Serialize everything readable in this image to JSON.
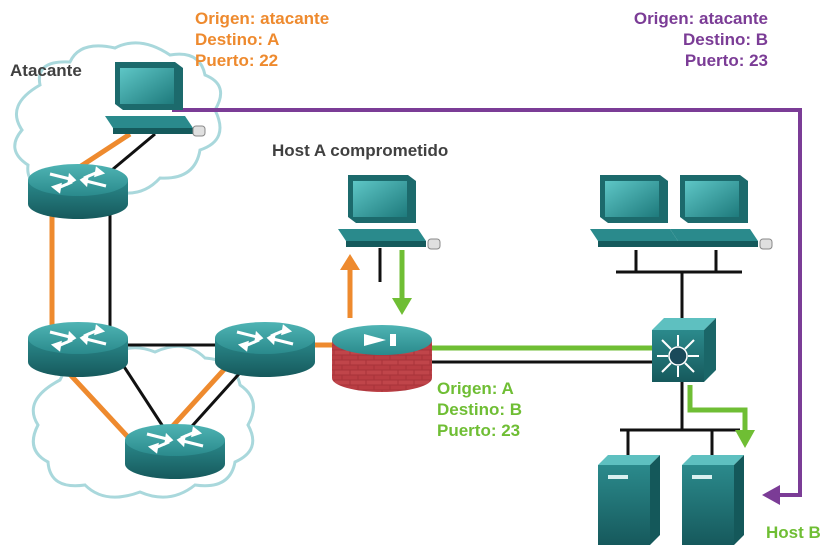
{
  "labels": {
    "attacker": "Atacante",
    "compromised_host": "Host A comprometido",
    "host_b": "Host B"
  },
  "flow_attacker_to_a": {
    "origin": "Origen: atacante",
    "destination": "Destino: A",
    "port": "Puerto: 22"
  },
  "flow_attacker_to_b": {
    "origin": "Origen: atacante",
    "destination": "Destino: B",
    "port": "Puerto: 23"
  },
  "flow_a_to_b": {
    "origin": "Origen: A",
    "destination": "Destino: B",
    "port": "Puerto: 23"
  },
  "colors": {
    "attacker_path": "#ee8a2e",
    "direct_path": "#7b3c96",
    "pivot_path": "#6fbe34",
    "device_teal": "#2f8f8f",
    "firewall_brick": "#b5373a"
  }
}
